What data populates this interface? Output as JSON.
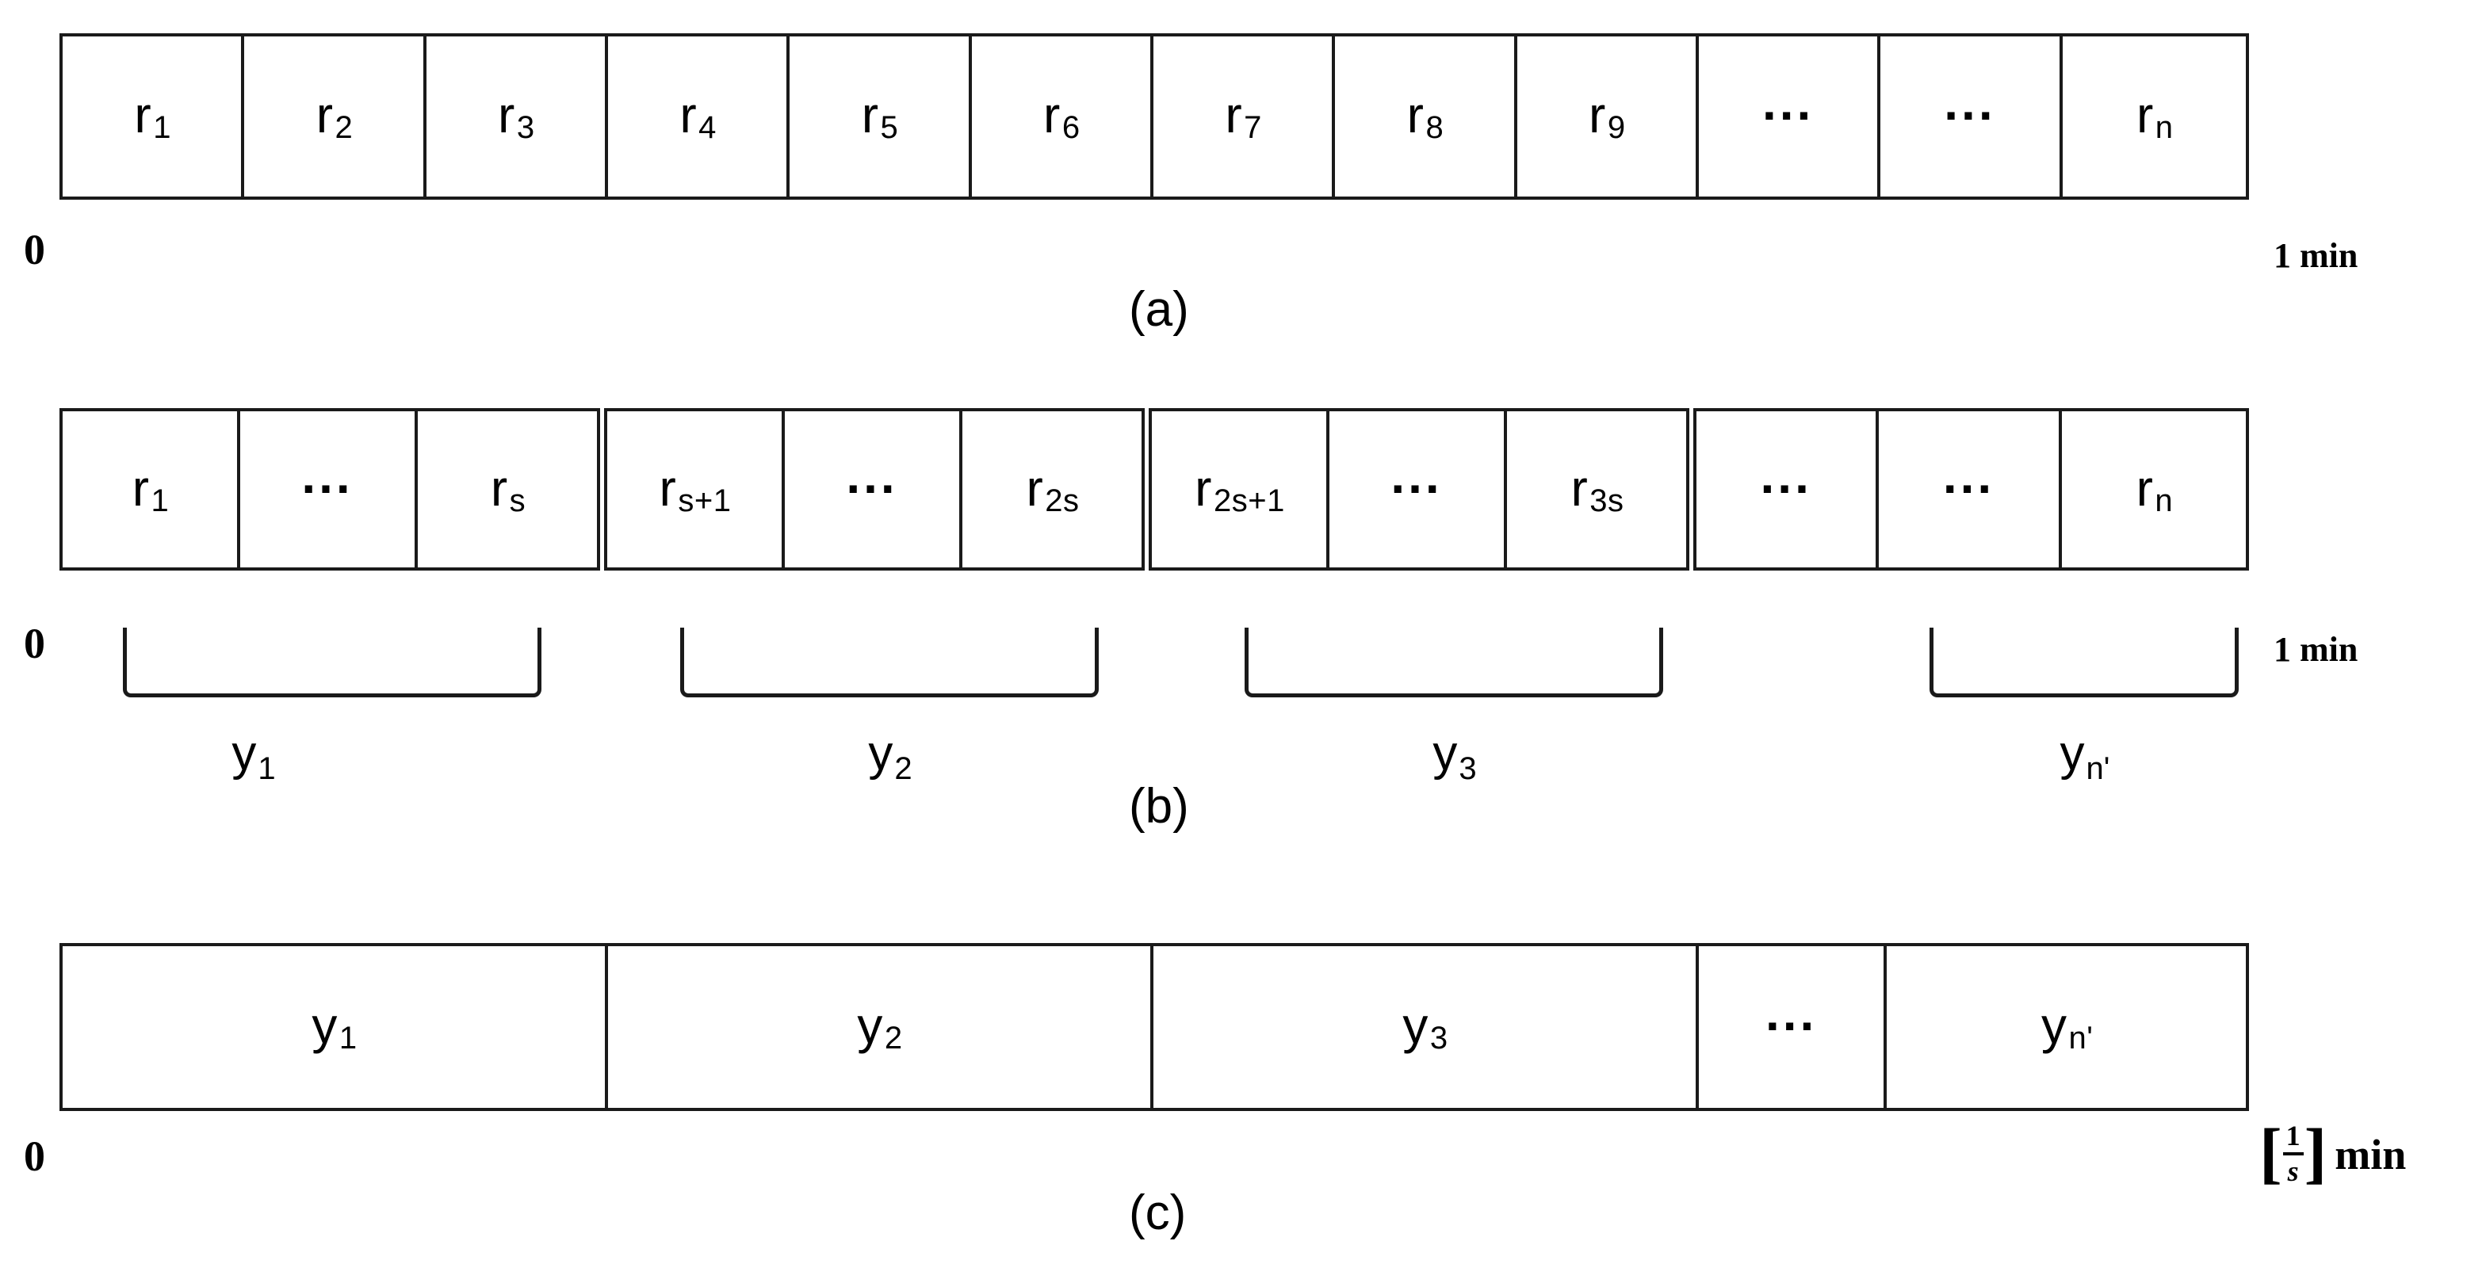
{
  "figure": {
    "title": "Three-panel timeline discretization figure",
    "background_color": "#ffffff",
    "line_color": "#1a1a1a"
  },
  "panels": [
    {
      "id": "a",
      "caption": "(a)",
      "start_label": "0",
      "end_label": "1 min",
      "groups": [
        {
          "cells": [
            {
              "base": "r",
              "sub": "1"
            },
            {
              "base": "r",
              "sub": "2"
            },
            {
              "base": "r",
              "sub": "3"
            },
            {
              "base": "r",
              "sub": "4"
            },
            {
              "base": "r",
              "sub": "5"
            },
            {
              "base": "r",
              "sub": "6"
            },
            {
              "base": "r",
              "sub": "7"
            },
            {
              "base": "r",
              "sub": "8"
            },
            {
              "base": "r",
              "sub": "9"
            },
            {
              "base": "...",
              "sub": ""
            },
            {
              "base": "...",
              "sub": ""
            },
            {
              "base": "r",
              "sub": "n"
            }
          ]
        }
      ]
    },
    {
      "id": "b",
      "caption": "(b)",
      "start_label": "0",
      "end_label": "1 min",
      "groups": [
        {
          "cells": [
            {
              "base": "r",
              "sub": "1"
            },
            {
              "base": "...",
              "sub": ""
            },
            {
              "base": "r",
              "sub": "s"
            }
          ],
          "brace_label": {
            "base": "y",
            "sub": "1"
          }
        },
        {
          "cells": [
            {
              "base": "r",
              "sub": "s+1"
            },
            {
              "base": "...",
              "sub": ""
            },
            {
              "base": "r",
              "sub": "2s"
            }
          ],
          "brace_label": {
            "base": "y",
            "sub": "2"
          }
        },
        {
          "cells": [
            {
              "base": "r",
              "sub": "2s+1"
            },
            {
              "base": "...",
              "sub": ""
            },
            {
              "base": "r",
              "sub": "3s"
            }
          ],
          "brace_label": {
            "base": "y",
            "sub": "3"
          }
        },
        {
          "cells": [
            {
              "base": "...",
              "sub": ""
            },
            {
              "base": "...",
              "sub": ""
            },
            {
              "base": "r",
              "sub": "n"
            }
          ],
          "brace_label": {
            "base": "y",
            "sub": "n'"
          }
        }
      ]
    },
    {
      "id": "c",
      "caption": "(c)",
      "start_label": "0",
      "end_label_fraction": {
        "numerator": "1",
        "denominator": "s",
        "unit": "min",
        "open_bracket": "[",
        "close_bracket": "]"
      },
      "groups": [
        {
          "cells": [
            {
              "base": "y",
              "sub": "1"
            },
            {
              "base": "y",
              "sub": "2"
            },
            {
              "base": "y",
              "sub": "3"
            },
            {
              "base": "...",
              "sub": ""
            },
            {
              "base": "y",
              "sub": "n'"
            }
          ]
        }
      ]
    }
  ]
}
